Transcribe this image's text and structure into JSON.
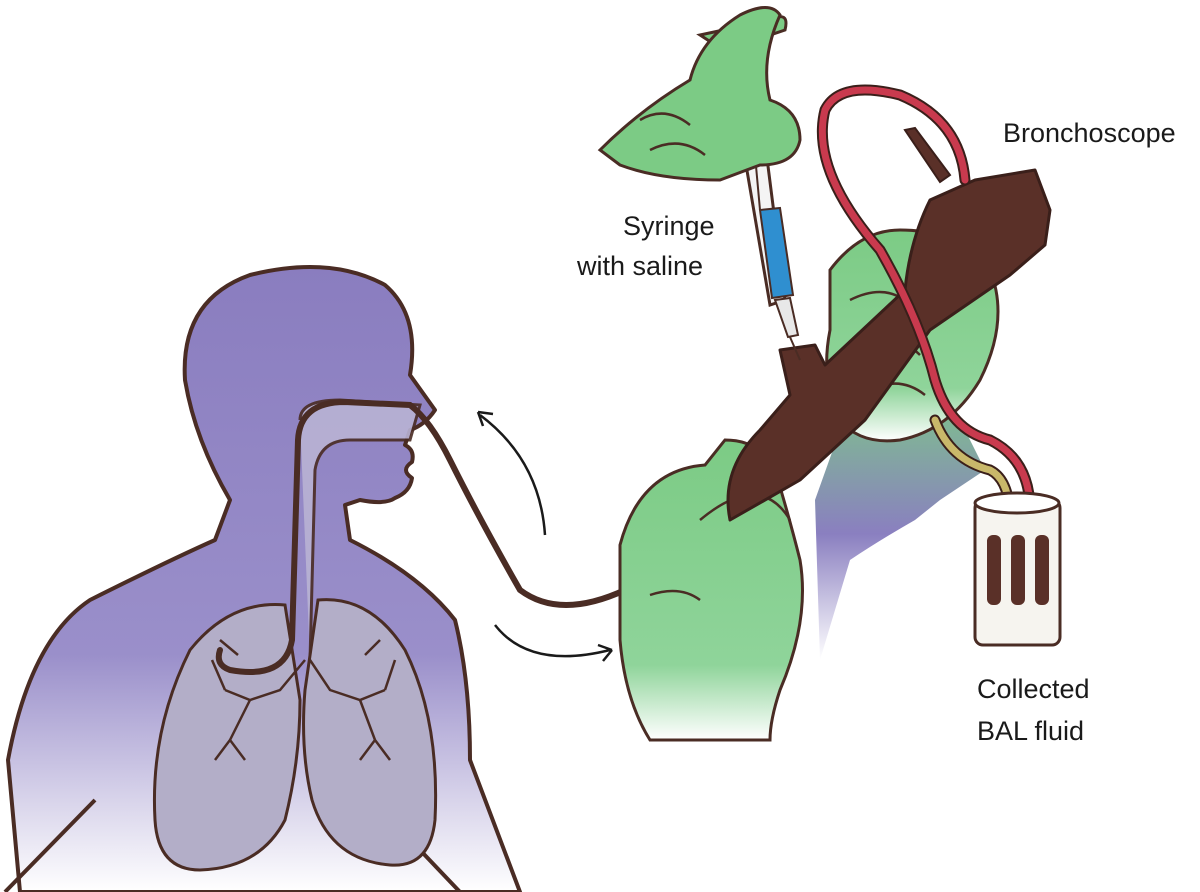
{
  "labels": {
    "bronchoscope": "Bronchoscope",
    "syringe_line1": "Syringe",
    "syringe_line2": "with saline",
    "collected_line1": "Collected",
    "collected_line2": "BAL fluid"
  },
  "colors": {
    "outline": "#4a2c24",
    "body_purple": "#8d80c0",
    "lungs": "#b3aec8",
    "glove_green": "#7ccb85",
    "scope_brown": "#5a3028",
    "saline_blue": "#2f8fd0",
    "tube_red": "#c93a4e",
    "tube_yellow": "#c9b86a"
  },
  "icons": [
    "patient-silhouette",
    "lungs",
    "bronchoscope",
    "syringe",
    "gloved-hands",
    "collection-container",
    "curved-arrows"
  ]
}
